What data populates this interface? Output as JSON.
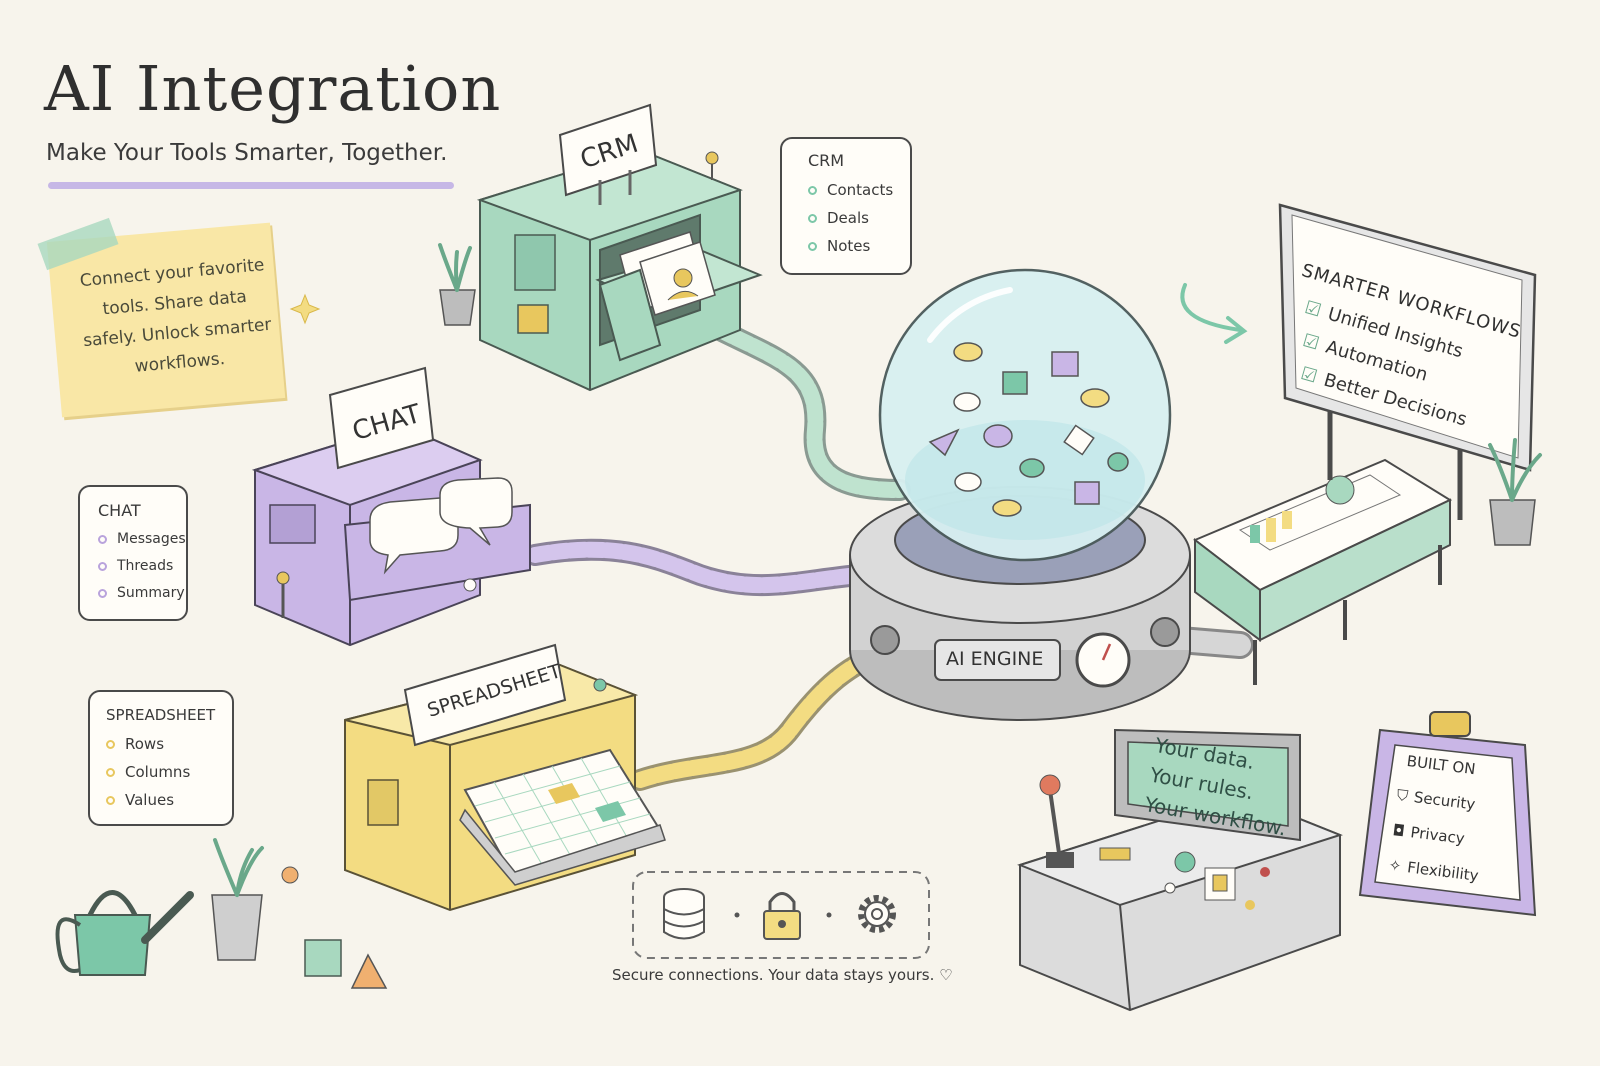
{
  "header": {
    "title": "AI Integration",
    "subtitle": "Make Your Tools Smarter, Together."
  },
  "sticky_note": {
    "text": "Connect your favorite tools. Share data safely. Unlock smarter workflows."
  },
  "machines": {
    "crm": {
      "sign": "CRM"
    },
    "chat": {
      "sign": "CHAT"
    },
    "spreadsheet": {
      "sign": "SPREADSHEET"
    },
    "engine": {
      "label": "AI ENGINE"
    }
  },
  "bubbles": {
    "crm": {
      "title": "CRM",
      "items": [
        "Contacts",
        "Deals",
        "Notes"
      ],
      "color": "#7cc7a8"
    },
    "chat": {
      "title": "CHAT",
      "items": [
        "Messages",
        "Threads",
        "Summary"
      ],
      "color": "#b9a3dc"
    },
    "spreadsheet": {
      "title": "SPREADSHEET",
      "items": [
        "Rows",
        "Columns",
        "Values"
      ],
      "color": "#e8c75e"
    }
  },
  "board": {
    "title": "SMARTER WORKFLOWS",
    "items": [
      "Unified Insights",
      "Automation",
      "Better Decisions"
    ]
  },
  "console": {
    "screen_lines": [
      "Your data.",
      "Your rules.",
      "Your workflow."
    ]
  },
  "clipboard": {
    "title": "BUILT ON",
    "items": [
      "Security",
      "Privacy",
      "Flexibility"
    ]
  },
  "footer": {
    "icons": [
      "database-icon",
      "lock-icon",
      "gear-icon"
    ],
    "caption": "Secure connections. Your data stays yours. ♡"
  },
  "colors": {
    "mint": "#a8d8bf",
    "lavender": "#c9b6e6",
    "butter": "#f3dc82",
    "steel": "#cfcfcf",
    "paper": "#f7f4ec"
  }
}
